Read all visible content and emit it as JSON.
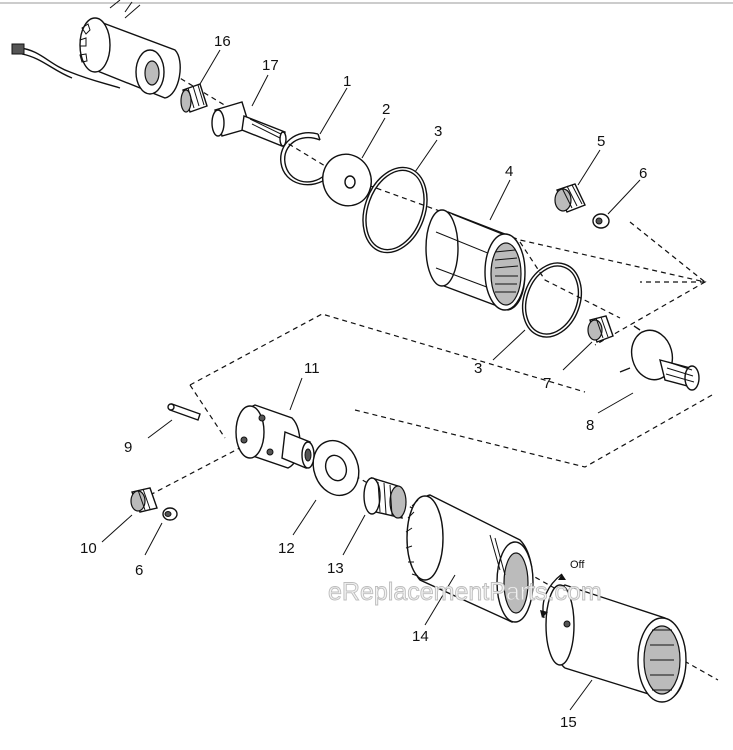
{
  "labels": {
    "p1": "1",
    "p2": "2",
    "p3a": "3",
    "p3b": "3",
    "p4": "4",
    "p5": "5",
    "p6a": "6",
    "p6b": "6",
    "p7": "7",
    "p8": "8",
    "p9": "9",
    "p10": "10",
    "p11": "11",
    "p12": "12",
    "p13": "13",
    "p14": "14",
    "p15": "15",
    "p16": "16",
    "p17": "17"
  },
  "annotation_off": "Off",
  "watermark": "eReplacementParts.com"
}
